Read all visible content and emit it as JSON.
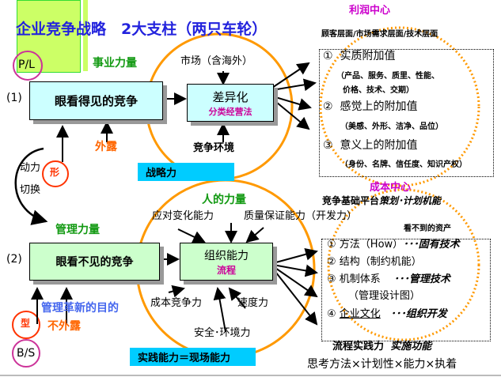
{
  "title": "企业竞争战略　2大支柱（两只车轮）",
  "badges": {
    "pl": "P/L",
    "bs": "B/S",
    "xing_shape": "形",
    "xing_type": "型"
  },
  "top": {
    "label_row": "(1)",
    "power_label": "事业力量",
    "box_left": "眼看得见的竞争",
    "box_right_title": "差异化",
    "box_right_sub": "分类经营法",
    "input_top": "市场（含海外）",
    "input_bottom": "竞争环境",
    "exposed": "外露",
    "bar": "战略力",
    "center_title": "利润中心",
    "perspective": "顾客层面/市场需求层面/技术层面",
    "items": [
      {
        "num": "①",
        "text": "实质附加值",
        "detail": "（产品、服务、质里、性能、",
        "detail2": "价格、技术、交期）"
      },
      {
        "num": "②",
        "text": "感觉上的附加值",
        "detail": "（美感、外形、洁净、品位）"
      },
      {
        "num": "③",
        "text": "意义上的附加值",
        "detail": "（身份、名牌、信任度、知识产权）"
      }
    ]
  },
  "switch": {
    "line1": "动力",
    "line2": "切换"
  },
  "bottom": {
    "label_row": "(2)",
    "power_label": "管理力量",
    "people_power": "人的力量",
    "box_left": "眼看不见的竞争",
    "box_right_title": "组织能力",
    "box_right_sub": "流程",
    "inputs": [
      "应对变化能力",
      "质量保证能力（开发力）",
      "成本竞争力",
      "速度力",
      "安全･环境力"
    ],
    "purpose": "管理革新的目的",
    "not_exposed": "不外露",
    "bar": "实践能力＝现场能力",
    "center_title": "成本中心",
    "platform": "竞争基础平台",
    "platform_italic": "策划･计划机能",
    "invisible_assets": "看不到的资产",
    "items": [
      {
        "num": "①",
        "text": "方法（How）",
        "tail": "･･･固有技术"
      },
      {
        "num": "②",
        "text": "结构（制约机能）",
        "tail": ""
      },
      {
        "num": "③",
        "text": "机制体系",
        "tail": "･･･管理技术"
      },
      {
        "num": "",
        "text": "（管理设计图）",
        "tail": ""
      },
      {
        "num": "④",
        "text": "企业文化",
        "tail": "･･･组织开发"
      }
    ],
    "process_power": "流程实践力",
    "process_italic": "实施功能",
    "formula": "思考方法×计划性×能力×执着"
  },
  "colors": {
    "title": "#2222dd",
    "green": "#119911",
    "orange": "#ff6600",
    "magenta": "#cc00aa",
    "cyan_bar": "#00ccff",
    "circle": "#ff9900"
  }
}
